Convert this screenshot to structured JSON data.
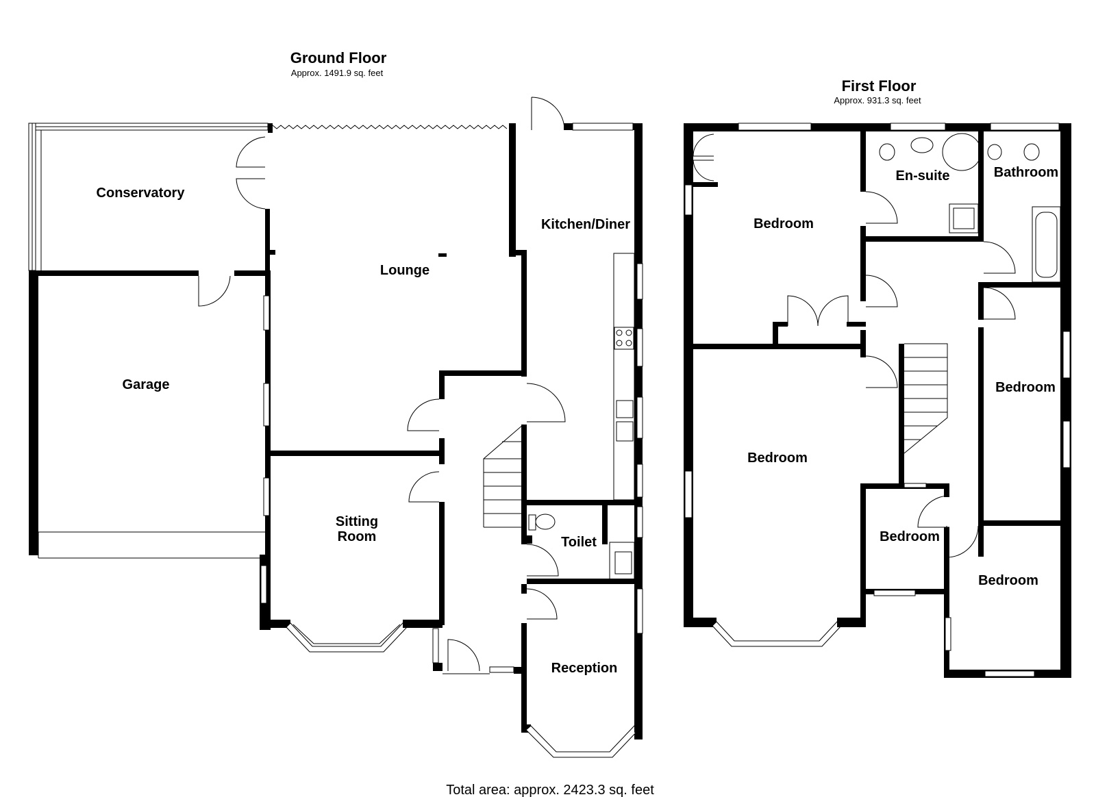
{
  "ground_floor": {
    "title": "Ground Floor",
    "area": "Approx. 1491.9 sq. feet",
    "rooms": {
      "conservatory": "Conservatory",
      "lounge": "Lounge",
      "kitchen": "Kitchen/Diner",
      "garage": "Garage",
      "sitting_line1": "Sitting",
      "sitting_line2": "Room",
      "toilet": "Toilet",
      "reception": "Reception"
    }
  },
  "first_floor": {
    "title": "First Floor",
    "area": "Approx. 931.3 sq. feet",
    "rooms": {
      "bedroom_master": "Bedroom",
      "ensuite": "En-suite",
      "bathroom": "Bathroom",
      "bedroom_large": "Bedroom",
      "bedroom_right": "Bedroom",
      "bedroom_small": "Bedroom",
      "bedroom_corner": "Bedroom"
    }
  },
  "total_area": "Total area: approx. 2423.3 sq. feet"
}
